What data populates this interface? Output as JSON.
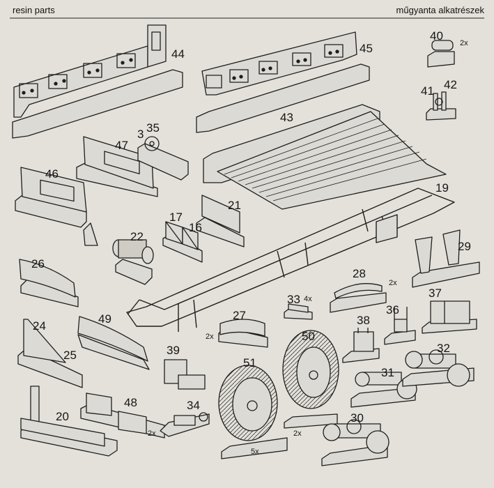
{
  "header": {
    "title_left": "resin parts",
    "title_right": "műgyanta alkatrészek"
  },
  "parts": [
    {
      "num": "3"
    },
    {
      "num": "16"
    },
    {
      "num": "17"
    },
    {
      "num": "19"
    },
    {
      "num": "20"
    },
    {
      "num": "21"
    },
    {
      "num": "22"
    },
    {
      "num": "24"
    },
    {
      "num": "25"
    },
    {
      "num": "26"
    },
    {
      "num": "27",
      "qty": "2x"
    },
    {
      "num": "28",
      "qty": "2x"
    },
    {
      "num": "29"
    },
    {
      "num": "30"
    },
    {
      "num": "31"
    },
    {
      "num": "32"
    },
    {
      "num": "33",
      "qty": "4x"
    },
    {
      "num": "34"
    },
    {
      "num": "35"
    },
    {
      "num": "36"
    },
    {
      "num": "37"
    },
    {
      "num": "38"
    },
    {
      "num": "39"
    },
    {
      "num": "40",
      "qty": "2x"
    },
    {
      "num": "41"
    },
    {
      "num": "42"
    },
    {
      "num": "43"
    },
    {
      "num": "44"
    },
    {
      "num": "45"
    },
    {
      "num": "46"
    },
    {
      "num": "47"
    },
    {
      "num": "48",
      "qty": "2x"
    },
    {
      "num": "49"
    },
    {
      "num": "50",
      "qty": "2x"
    },
    {
      "num": "51",
      "qty": "5x"
    }
  ]
}
